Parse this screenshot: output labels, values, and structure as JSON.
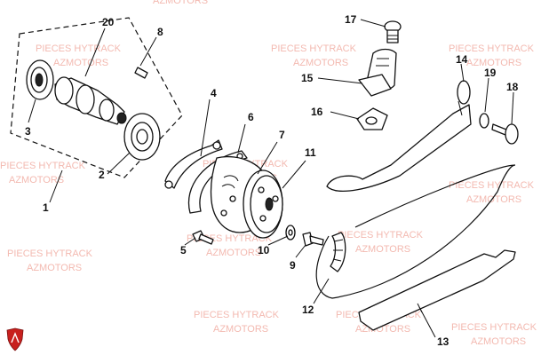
{
  "watermark": {
    "line1": "PIECES HYTRACK",
    "line2": "AZMOTORS"
  },
  "logo": {
    "icon": "azmotors-shield-logo-icon"
  },
  "colors": {
    "ink": "#111111",
    "watermark": "#f3b9b0",
    "logo_red": "#c8201e"
  },
  "callouts": {
    "c1": "1",
    "c2": "2",
    "c3": "3",
    "c4": "4",
    "c5": "5",
    "c6": "6",
    "c7": "7",
    "c8": "8",
    "c9": "9",
    "c10": "10",
    "c11": "11",
    "c12": "12",
    "c13": "13",
    "c14": "14",
    "c15": "15",
    "c16": "16",
    "c17": "17",
    "c18": "18",
    "c19": "19",
    "c20": "20"
  }
}
